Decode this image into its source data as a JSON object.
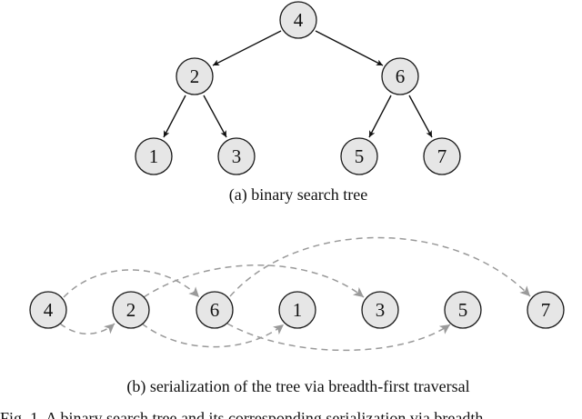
{
  "tree": {
    "caption": "(a) binary search tree",
    "nodes": {
      "n4": "4",
      "n2": "2",
      "n6": "6",
      "n1": "1",
      "n3": "3",
      "n5": "5",
      "n7": "7"
    },
    "edges": [
      [
        "4",
        "2"
      ],
      [
        "4",
        "6"
      ],
      [
        "2",
        "1"
      ],
      [
        "2",
        "3"
      ],
      [
        "6",
        "5"
      ],
      [
        "6",
        "7"
      ]
    ]
  },
  "serialization": {
    "caption": "(b) serialization of the tree via breadth-first traversal",
    "sequence": [
      "4",
      "2",
      "6",
      "1",
      "3",
      "5",
      "7"
    ],
    "links": [
      [
        "4",
        "2"
      ],
      [
        "4",
        "6"
      ],
      [
        "2",
        "1"
      ],
      [
        "2",
        "3"
      ],
      [
        "6",
        "5"
      ],
      [
        "6",
        "7"
      ]
    ]
  },
  "figure_caption_fragment": "Fig. 1.   A binary search tree and its corresponding serialization via breadth"
}
